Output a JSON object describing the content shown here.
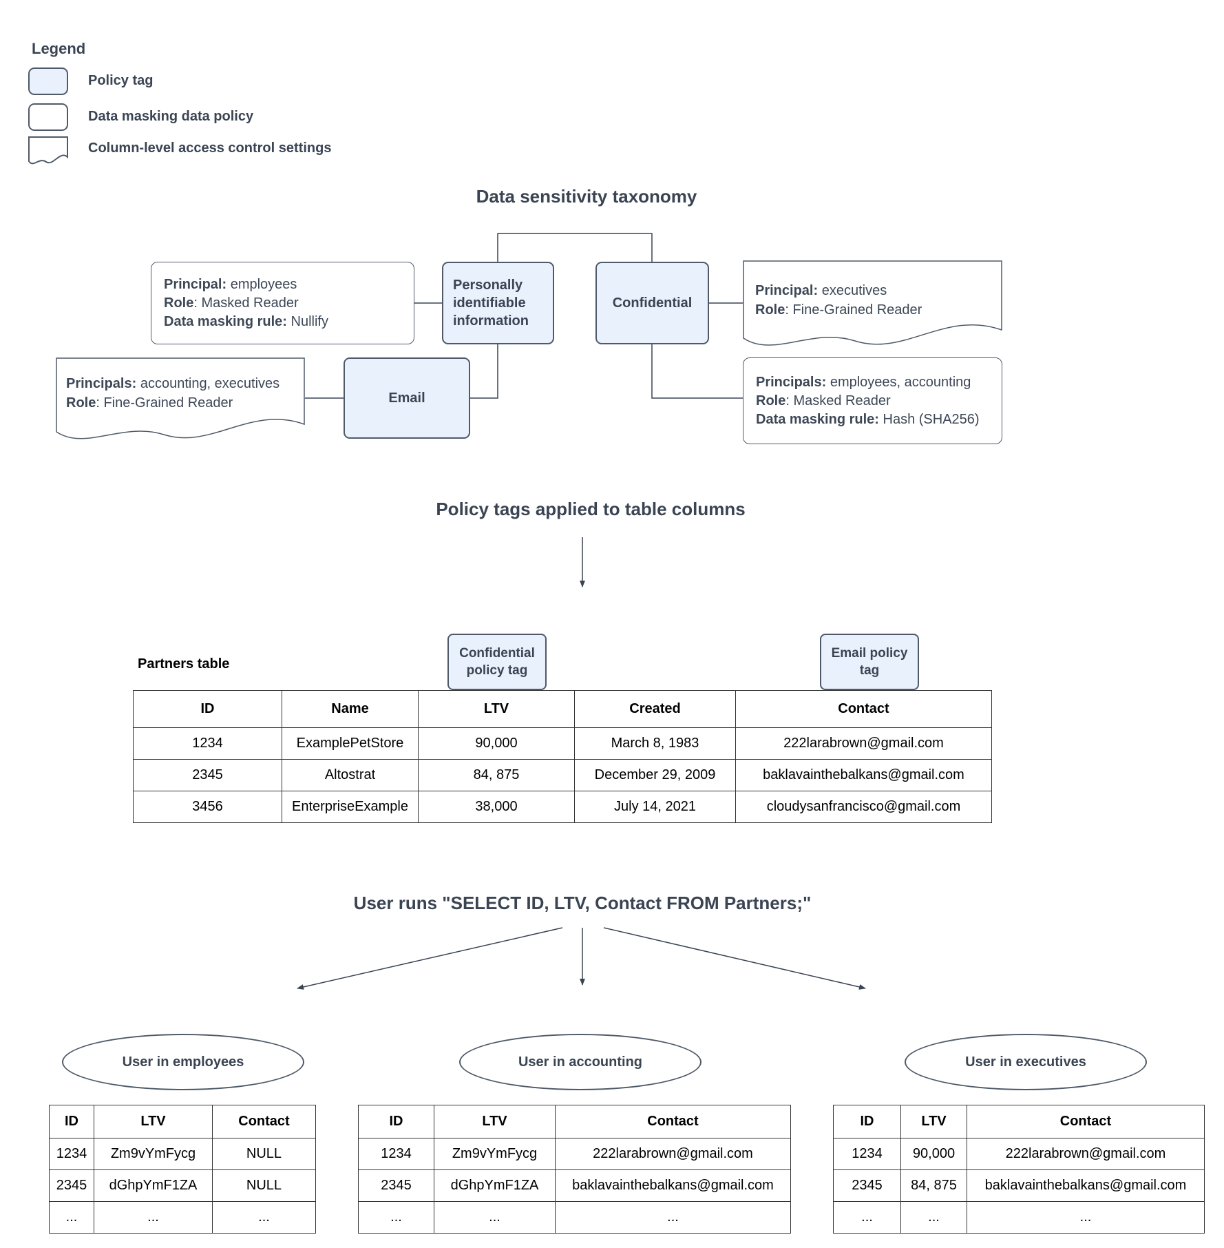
{
  "legend": {
    "title": "Legend",
    "items": [
      {
        "label": "Policy tag"
      },
      {
        "label": "Data masking data policy"
      },
      {
        "label": "Column-level access control settings"
      }
    ]
  },
  "taxonomy": {
    "title": "Data sensitivity taxonomy",
    "tags": {
      "pii": "Personally identifiable information",
      "confidential": "Confidential",
      "email": "Email"
    },
    "policies": {
      "nullify": {
        "lines": [
          {
            "b": "Principal:",
            "r": " employees"
          },
          {
            "b": "Role",
            "r": ": Masked Reader"
          },
          {
            "b": "Data masking rule:",
            "r": " Nullify"
          }
        ]
      },
      "executives": {
        "lines": [
          {
            "b": "Principal:",
            "r": " executives"
          },
          {
            "b": "Role",
            "r": ": Fine-Grained Reader"
          }
        ]
      },
      "accounting": {
        "lines": [
          {
            "b": "Principals:",
            "r": " accounting, executives"
          },
          {
            "b": "Role",
            "r": ": Fine-Grained Reader"
          }
        ]
      },
      "hash": {
        "lines": [
          {
            "b": "Principals:",
            "r": " employees, accounting"
          },
          {
            "b": "Role",
            "r": ": Masked Reader"
          },
          {
            "b": "Data masking rule:",
            "r": " Hash (SHA256)"
          }
        ]
      }
    }
  },
  "partners": {
    "heading": "Policy tags applied to table columns",
    "label": "Partners table",
    "tag_confidential": "Confidential policy tag",
    "tag_email": "Email policy tag",
    "headers": [
      "ID",
      "Name",
      "LTV",
      "Created",
      "Contact"
    ],
    "rows": [
      [
        "1234",
        "ExamplePetStore",
        "90,000",
        "March 8, 1983",
        "222larabrown@gmail.com"
      ],
      [
        "2345",
        "Altostrat",
        "84, 875",
        "December 29, 2009",
        "baklavainthebalkans@gmail.com"
      ],
      [
        "3456",
        "EnterpriseExample",
        "38,000",
        "July 14, 2021",
        "cloudysanfrancisco@gmail.com"
      ]
    ]
  },
  "query": {
    "heading": "User runs \"SELECT ID, LTV, Contact FROM Partners;\"",
    "results": [
      {
        "user": "User in employees",
        "headers": [
          "ID",
          "LTV",
          "Contact"
        ],
        "rows": [
          [
            "1234",
            "Zm9vYmFycg",
            "NULL"
          ],
          [
            "2345",
            "dGhpYmF1ZA",
            "NULL"
          ],
          [
            "...",
            "...",
            "..."
          ]
        ]
      },
      {
        "user": "User in accounting",
        "headers": [
          "ID",
          "LTV",
          "Contact"
        ],
        "rows": [
          [
            "1234",
            "Zm9vYmFycg",
            "222larabrown@gmail.com"
          ],
          [
            "2345",
            "dGhpYmF1ZA",
            "baklavainthebalkans@gmail.com"
          ],
          [
            "...",
            "...",
            "..."
          ]
        ]
      },
      {
        "user": "User in executives",
        "headers": [
          "ID",
          "LTV",
          "Contact"
        ],
        "rows": [
          [
            "1234",
            "90,000",
            "222larabrown@gmail.com"
          ],
          [
            "2345",
            "84, 875",
            "baklavainthebalkans@gmail.com"
          ],
          [
            "...",
            "...",
            "..."
          ]
        ]
      }
    ]
  },
  "colors": {
    "policy_tag_fill": "#e9f1fd",
    "shape_border": "#4f5a68",
    "diagram_text": "#3a4453",
    "table_text": "#000000"
  }
}
